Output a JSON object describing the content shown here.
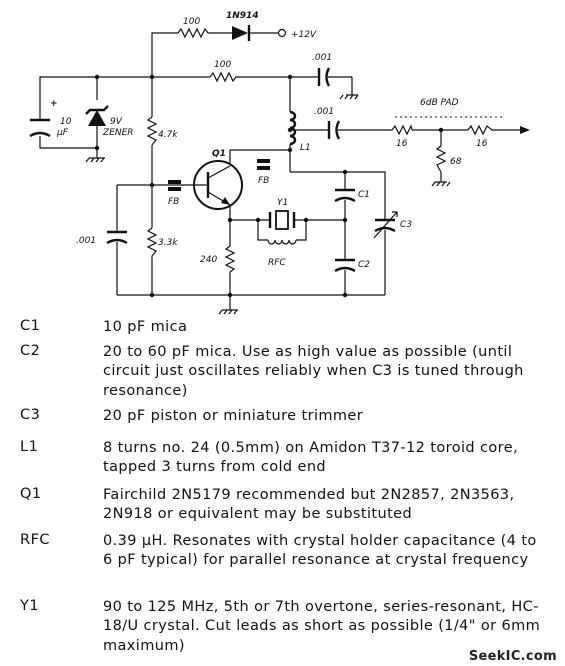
{
  "schematic": {
    "labels": {
      "r_top": "100",
      "diode": "1N914",
      "supply": "+12V",
      "r_mid": "100",
      "c_top": ".001",
      "c_out": ".001",
      "pad_title": "6dB PAD",
      "c_in_plus": "+",
      "c_in_value": "10",
      "c_in_unit": "μF",
      "zener_value": "9V",
      "zener_name": "ZENER",
      "r_bias_top": "4.7k",
      "q1": "Q1",
      "l1": "L1",
      "fb1": "FB",
      "fb2": "FB",
      "pad_r1": "16",
      "pad_r2": "16",
      "pad_r3": "68",
      "y1": "Y1",
      "c1": "C1",
      "c3": "C3",
      "c_bypass": ".001",
      "r_bias_bot": "3.3k",
      "r_emitter": "240",
      "rfc": "RFC",
      "c2": "C2"
    }
  },
  "parts": [
    {
      "name": "C1",
      "desc": "10 pF mica"
    },
    {
      "name": "C2",
      "desc": "20 to 60 pF mica. Use as high value as possible (until circuit just oscillates reliably when C3 is tuned through resonance)"
    },
    {
      "name": "C3",
      "desc": "20 pF piston or miniature trimmer"
    },
    {
      "name": "L1",
      "desc": "8 turns no. 24 (0.5mm) on Amidon T37-12 toroid core, tapped 3 turns from cold end"
    },
    {
      "name": "Q1",
      "desc": "Fairchild 2N5179 recommended but 2N2857, 2N3563, 2N918 or equivalent may be substituted"
    },
    {
      "name": "RFC",
      "desc": "0.39 μH. Resonates with crystal holder capacitance (4 to 6 pF typical) for parallel resonance at crystal frequency"
    },
    {
      "name": "Y1",
      "desc": "90 to 125 MHz, 5th or 7th overtone, series-resonant, HC-18/U crystal. Cut leads as short as possible (1/4\" or 6mm maximum)"
    }
  ],
  "watermark": "SeekIC.com"
}
